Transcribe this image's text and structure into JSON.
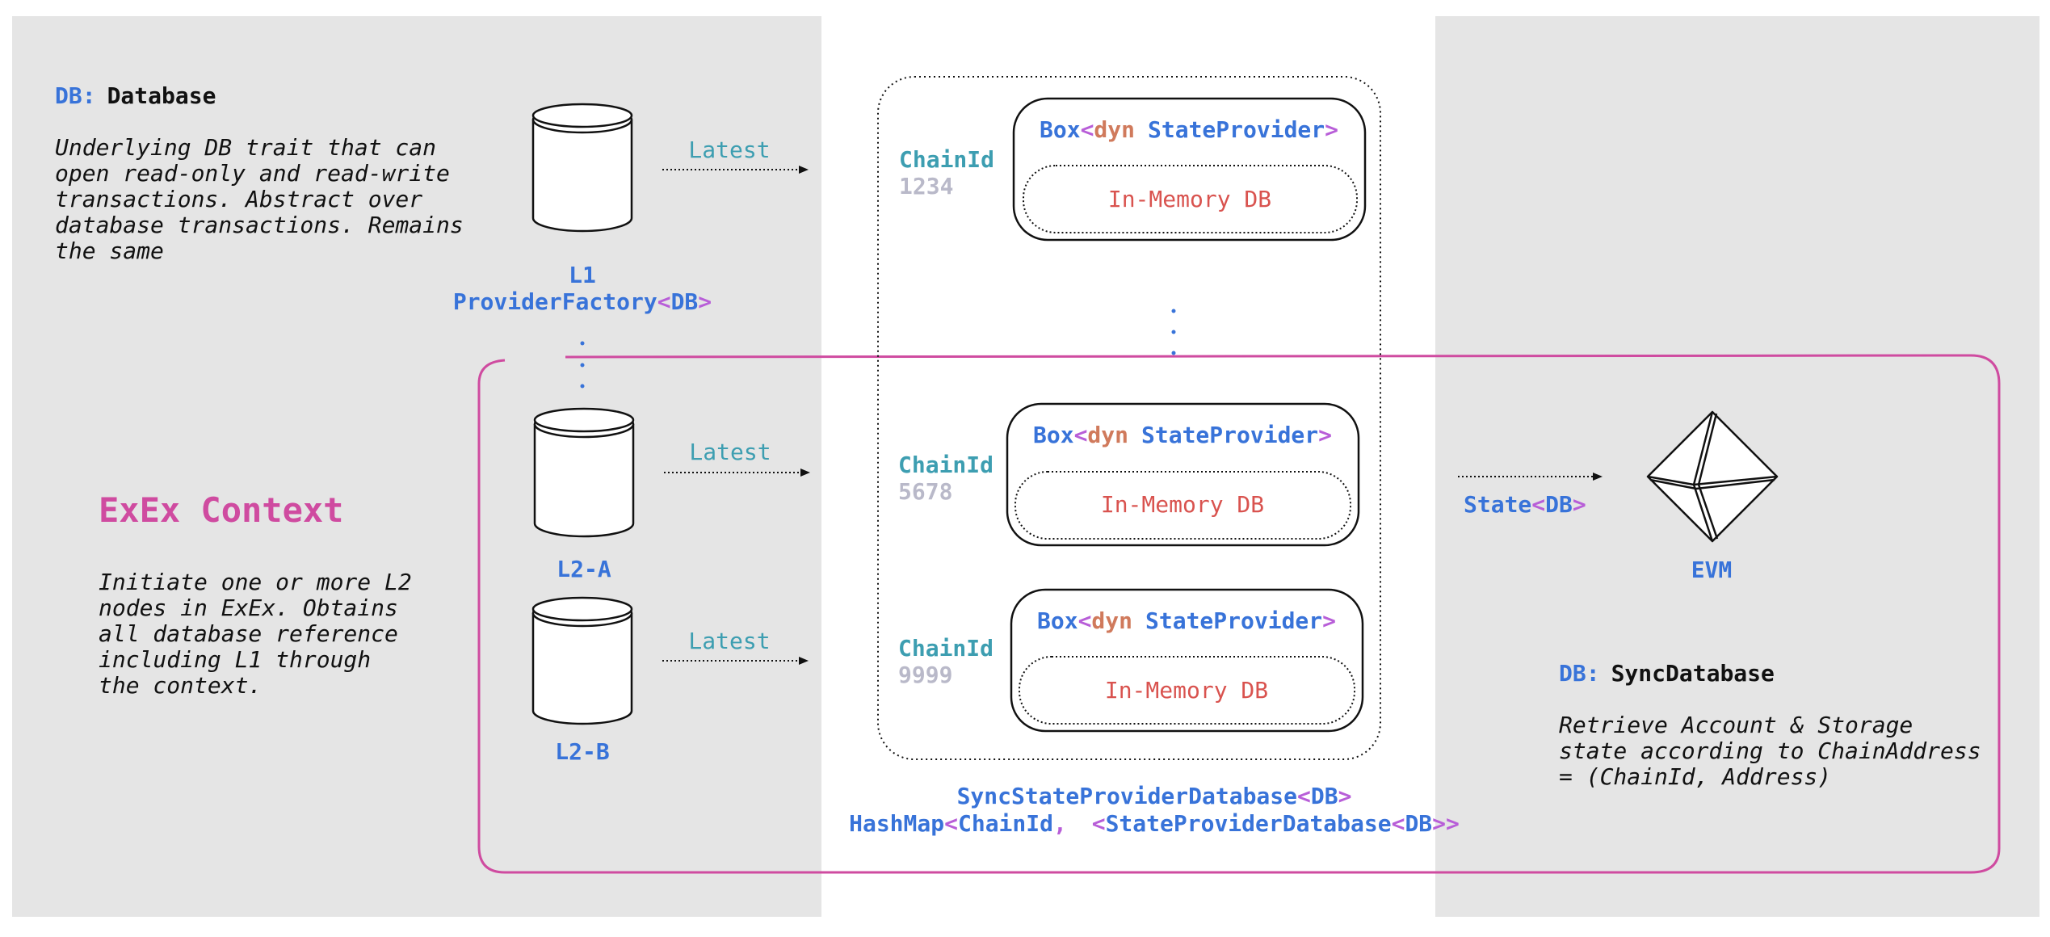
{
  "colors": {
    "panel_gray": "#e5e5e5",
    "blue": "#3873d9",
    "teal": "#3d9eb1",
    "magenta": "#cf4ba0",
    "purple": "#b85ed8",
    "orange": "#d07a5c",
    "red": "#d9534f",
    "gray_num": "#b9b9c9",
    "black": "#111111"
  },
  "left_note": {
    "prefix": "DB:",
    "title": "Database",
    "lines": [
      "Underlying DB trait that can",
      "open read-only and read-write",
      "transactions. Abstract over",
      "database transactions. Remains",
      "the same"
    ]
  },
  "exex_note": {
    "title": "ExEx Context",
    "lines": [
      "Initiate one or more L2",
      "nodes in ExEx. Obtains",
      "all database reference",
      "including L1 through",
      "the context."
    ]
  },
  "databases": [
    {
      "name": "L1",
      "type": {
        "base": "ProviderFactory",
        "lt": "<",
        "param": "DB",
        "gt": ">"
      },
      "arrow_label": "Latest"
    },
    {
      "name": "L2-A",
      "arrow_label": "Latest"
    },
    {
      "name": "L2-B",
      "arrow_label": "Latest"
    }
  ],
  "providers": [
    {
      "chain_label": "ChainId",
      "chain_id": "1234"
    },
    {
      "chain_label": "ChainId",
      "chain_id": "5678"
    },
    {
      "chain_label": "ChainId",
      "chain_id": "9999"
    }
  ],
  "provider_box": {
    "box": "Box",
    "lt": "<",
    "dyn": "dyn",
    "type": "StateProvider",
    "gt": ">",
    "inner": "In-Memory DB"
  },
  "sync_db": {
    "line1": {
      "name": "SyncStateProviderDatabase",
      "lt": "<",
      "param": "DB",
      "gt": ">"
    },
    "line2": {
      "a": "HashMap",
      "b": "<",
      "c": "ChainId",
      "d": ", ",
      "e": "<",
      "f": "StateProviderDatabase",
      "g": "<",
      "h": "DB",
      "i": ">>"
    }
  },
  "state": {
    "name": "State",
    "lt": "<",
    "param": "DB",
    "gt": ">"
  },
  "evm": {
    "label": "EVM"
  },
  "right_note": {
    "prefix": "DB:",
    "title": "SyncDatabase",
    "lines": [
      "Retrieve Account & Storage",
      "state according to ChainAddress",
      "= (ChainId, Address)"
    ]
  }
}
